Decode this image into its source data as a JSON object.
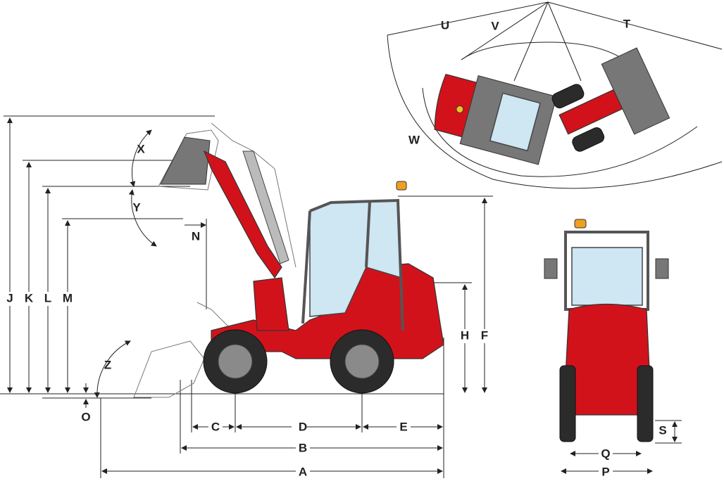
{
  "title": "Wheel loader dimension diagram",
  "labels": {
    "A": "A",
    "B": "B",
    "C": "C",
    "D": "D",
    "E": "E",
    "F": "F",
    "H": "H",
    "J": "J",
    "K": "K",
    "L": "L",
    "M": "M",
    "N": "N",
    "O": "O",
    "P": "P",
    "Q": "Q",
    "S": "S",
    "T": "T",
    "U": "U",
    "V": "V",
    "W": "W",
    "X": "X",
    "Y": "Y",
    "Z": "Z"
  },
  "colors": {
    "body": "#d2121b",
    "glass": "#cfe6f3",
    "tyre": "#2b2b2b",
    "beacon": "#f0a020"
  }
}
